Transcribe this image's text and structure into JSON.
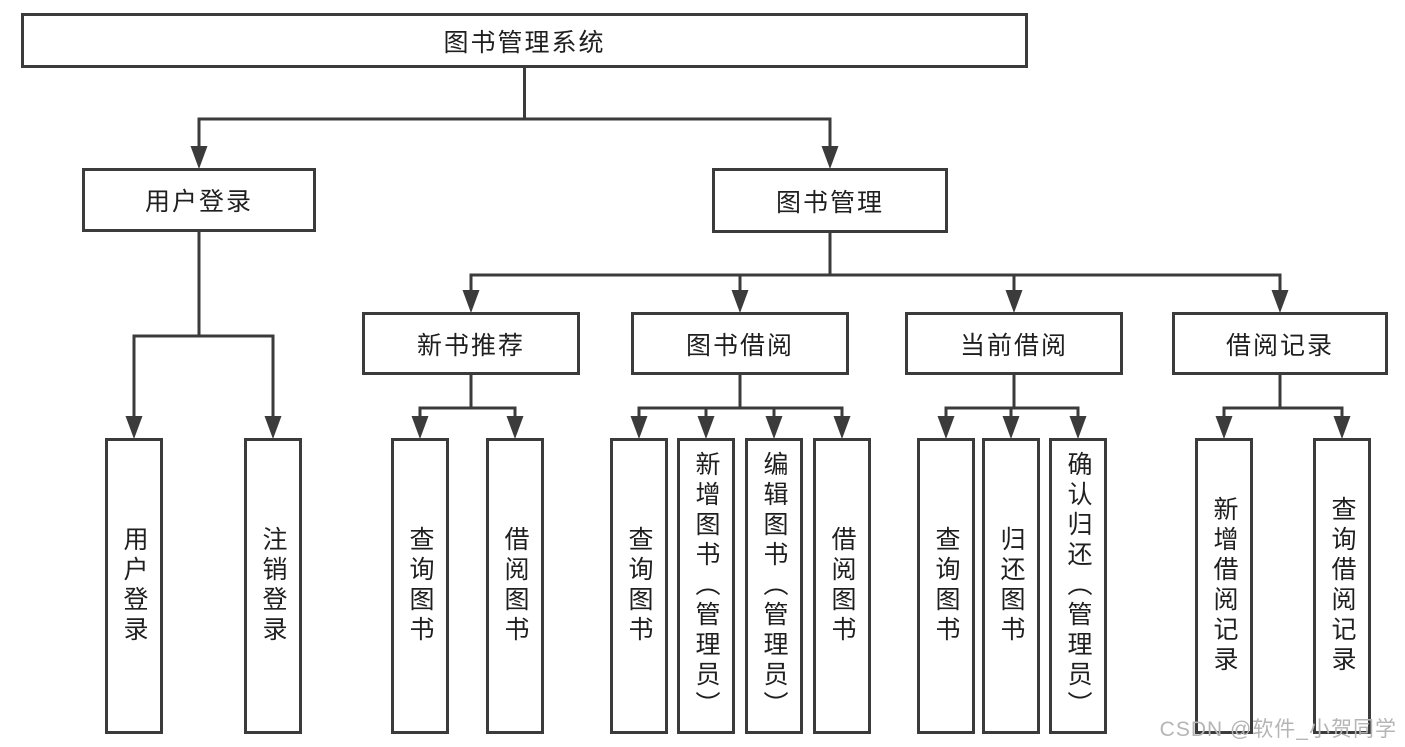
{
  "nodes": {
    "root": {
      "label": "图书管理系统"
    },
    "user_login": {
      "label": "用户登录"
    },
    "book_mgmt": {
      "label": "图书管理"
    },
    "new_book_rec": {
      "label": "新书推荐"
    },
    "book_borrow": {
      "label": "图书借阅"
    },
    "current_borrow": {
      "label": "当前借阅"
    },
    "borrow_record": {
      "label": "借阅记录"
    },
    "leaf_user_login": {
      "label": "用户登录"
    },
    "leaf_logout": {
      "label": "注销登录"
    },
    "leaf_query_book_1": {
      "label": "查询图书"
    },
    "leaf_borrow_book_1": {
      "label": "借阅图书"
    },
    "leaf_query_book_2": {
      "label": "查询图书"
    },
    "leaf_add_book": {
      "label": "新增图书（管理员）"
    },
    "leaf_edit_book": {
      "label": "编辑图书（管理员）"
    },
    "leaf_borrow_book_2": {
      "label": "借阅图书"
    },
    "leaf_query_book_3": {
      "label": "查询图书"
    },
    "leaf_return_book": {
      "label": "归还图书"
    },
    "leaf_confirm_return": {
      "label": "确认归还（管理员）"
    },
    "leaf_add_record": {
      "label": "新增借阅记录"
    },
    "leaf_query_record": {
      "label": "查询借阅记录"
    }
  },
  "watermark": "CSDN @软件_小贺同学",
  "colors": {
    "line": "#3b3b3b",
    "text": "#1f1f1f",
    "watermark": "#b5b5b5",
    "background": "#ffffff"
  }
}
